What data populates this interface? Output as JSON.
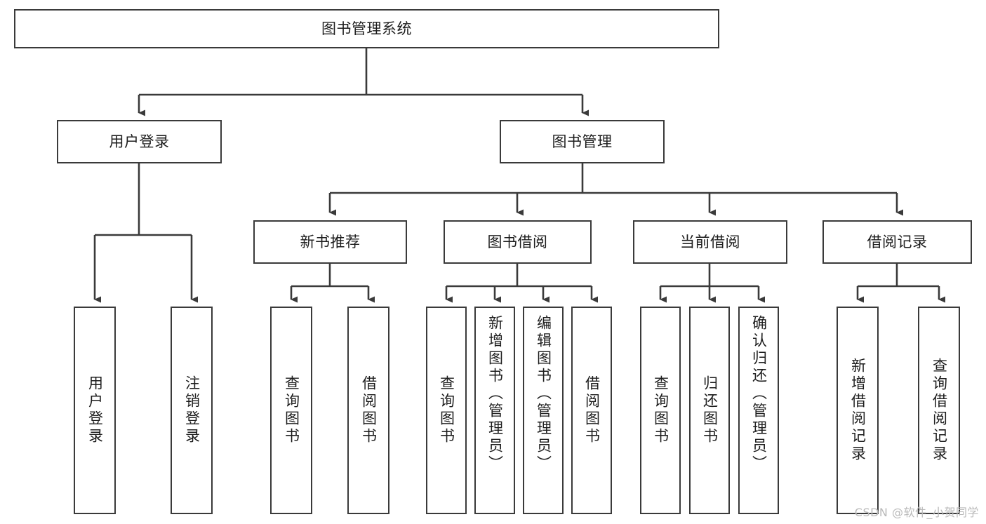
{
  "diagram": {
    "title": "图书管理系统",
    "type": "tree-hierarchy-diagram",
    "watermark": "CSDN @软件_小贺同学",
    "colors": {
      "box_border": "#3a3a3a",
      "box_fill": "#ffffff",
      "connector": "#3a3a3a",
      "text": "#1d1d1d",
      "watermark": "#b9b9b9"
    },
    "nodes": {
      "root": {
        "label": "图书管理系统"
      },
      "level2": [
        {
          "label": "用户登录"
        },
        {
          "label": "图书管理"
        }
      ],
      "level3": [
        {
          "label": "新书推荐"
        },
        {
          "label": "图书借阅"
        },
        {
          "label": "当前借阅"
        },
        {
          "label": "借阅记录"
        }
      ],
      "leaves": {
        "user_login": [
          {
            "label": "用户登录"
          },
          {
            "label": "注销登录"
          }
        ],
        "new_book_recommend": [
          {
            "label": "查询图书"
          },
          {
            "label": "借阅图书"
          }
        ],
        "book_borrow": [
          {
            "label": "查询图书"
          },
          {
            "label": "新增图书（管理员）"
          },
          {
            "label": "编辑图书（管理员）"
          },
          {
            "label": "借阅图书"
          }
        ],
        "current_borrow": [
          {
            "label": "查询图书"
          },
          {
            "label": "归还图书"
          },
          {
            "label": "确认归还（管理员）"
          }
        ],
        "borrow_record": [
          {
            "label": "新增借阅记录"
          },
          {
            "label": "查询借阅记录"
          }
        ]
      }
    }
  }
}
